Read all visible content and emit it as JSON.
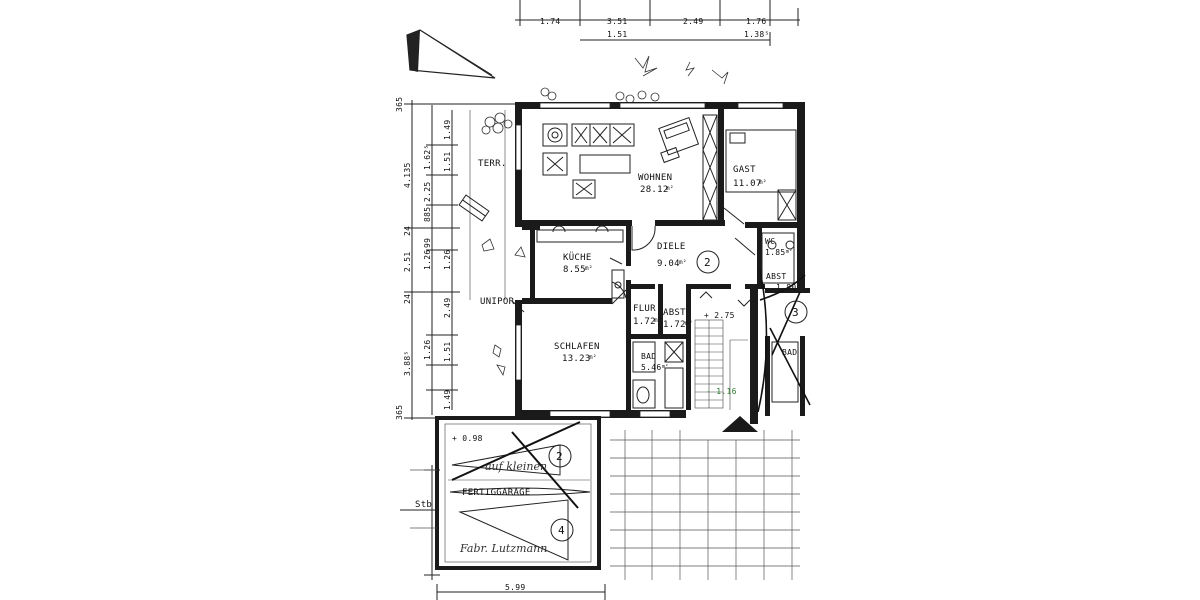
{
  "rooms": {
    "wohnen": {
      "name": "WOHNEN",
      "area": "28.12",
      "unit": "m²"
    },
    "gast": {
      "name": "GAST",
      "area": "11.07",
      "unit": "m²"
    },
    "diele": {
      "name": "DIELE",
      "area": "9.04",
      "unit": "m²"
    },
    "kueche": {
      "name": "KÜCHE",
      "area": "8.55",
      "unit": "m²"
    },
    "wc": {
      "name": "WC",
      "area": "1.85",
      "unit": "m²"
    },
    "abst1": {
      "name": "ABST",
      "area": "1.80"
    },
    "flur": {
      "name": "FLUR",
      "area": "1.72",
      "unit": "m²"
    },
    "abst2": {
      "name": "ABST",
      "area": "1.72",
      "unit": "m²"
    },
    "schlafen": {
      "name": "SCHLAFEN",
      "area": "13.23",
      "unit": "m²"
    },
    "bad": {
      "name": "BAD",
      "area": "5.46",
      "unit": "m²"
    },
    "bad2": {
      "name": "BAD"
    }
  },
  "labels": {
    "terr": "TERR.",
    "unipor": "UNIPOR",
    "fertiggarage": "FERTIGGARAGE",
    "stb": "Stb"
  },
  "levels": {
    "stair": "+ 2.75",
    "landing": "- 1.16",
    "garage": "+ 0.98"
  },
  "markers": {
    "diele": "2",
    "right": "3",
    "garage_top": "2",
    "garage_bottom": "4"
  },
  "dimensions": {
    "top": [
      "1.74",
      "3.51",
      "2.49",
      "1.76"
    ],
    "top_sub": [
      "1.51",
      "1.38⁵"
    ],
    "left_outer": [
      "365",
      "4.135",
      "24",
      "2.51",
      "24",
      "3.88⁵",
      "365"
    ],
    "left_mid": [
      "1.62⁵",
      "2.25",
      "885",
      "99",
      "1.26",
      "1.26"
    ],
    "left_inner": [
      "1.49",
      "1.51",
      "1.26",
      "2.49",
      "1.51",
      "1.49"
    ],
    "garage_width": "5.99"
  },
  "handwriting": {
    "line1": "auf kleinen",
    "line2": "Fabr. Lutzmann"
  }
}
